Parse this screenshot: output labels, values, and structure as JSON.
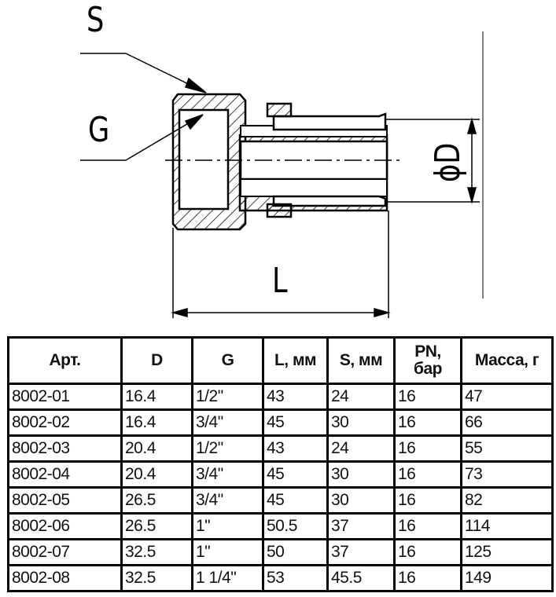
{
  "drawing": {
    "label_s": "S",
    "label_g": "G",
    "label_l": "L",
    "label_d": "ϕD"
  },
  "table": {
    "headers": [
      "Арт.",
      "D",
      "G",
      "L, мм",
      "S, мм",
      "PN, бар",
      "Масса, г"
    ],
    "rows": [
      [
        "8002-01",
        "16.4",
        "1/2\"",
        "43",
        "24",
        "16",
        "47"
      ],
      [
        "8002-02",
        "16.4",
        "3/4\"",
        "45",
        "30",
        "16",
        "66"
      ],
      [
        "8002-03",
        "20.4",
        "1/2\"",
        "43",
        "24",
        "16",
        "55"
      ],
      [
        "8002-04",
        "20.4",
        "3/4\"",
        "45",
        "30",
        "16",
        "73"
      ],
      [
        "8002-05",
        "26.5",
        "3/4\"",
        "45",
        "30",
        "16",
        "82"
      ],
      [
        "8002-06",
        "26.5",
        "1\"",
        "50.5",
        "37",
        "16",
        "114"
      ],
      [
        "8002-07",
        "32.5",
        "1\"",
        "50",
        "37",
        "16",
        "125"
      ],
      [
        "8002-08",
        "32.5",
        "1 1/4\"",
        "53",
        "45.5",
        "16",
        "149"
      ]
    ]
  }
}
